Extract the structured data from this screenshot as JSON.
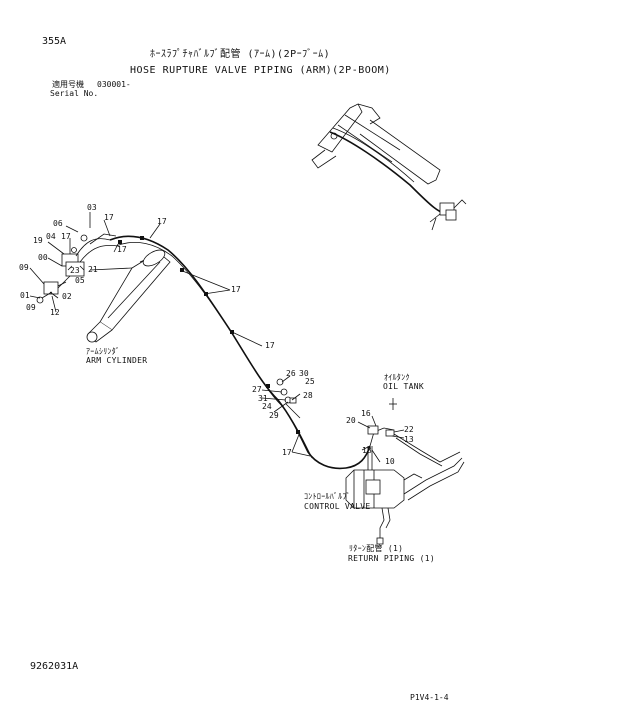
{
  "page_code": "355A",
  "title_jp": "ﾎｰｽﾗﾌﾟﾁｬﾊﾞﾙﾌﾞ配管 (ｱｰﾑ)(2Pｰﾌﾞｰﾑ)",
  "title_en": "HOSE RUPTURE VALVE PIPING (ARM)(2P-BOOM)",
  "serial_jp": "適用号機",
  "serial_en": "Serial No.",
  "serial_value": "030001-",
  "captions": {
    "arm_cylinder_jp": "ｱｰﾑｼﾘﾝﾀﾞ",
    "arm_cylinder_en": "ARM CYLINDER",
    "oil_tank_jp": "ｵｲﾙﾀﾝｸ",
    "oil_tank_en": "OIL TANK",
    "control_valve_jp": "ｺﾝﾄﾛｰﾙﾊﾞﾙﾌﾞ",
    "control_valve_en": "CONTROL VALVE",
    "return_piping_jp": "ﾘﾀｰﾝ配管 (1)",
    "return_piping_en": "RETURN PIPING (1)"
  },
  "part_numbers": {
    "p03": "03",
    "p06": "06",
    "p17a": "17",
    "p17b": "17",
    "p17c": "17",
    "p17d": "17",
    "p19": "19",
    "p04": "04",
    "p17e": "17",
    "p00": "00",
    "p09a": "09",
    "p23": "23",
    "p21": "21",
    "p05": "05",
    "p01": "01",
    "p02": "02",
    "p09b": "09",
    "p12": "12",
    "p26": "26",
    "p30": "30",
    "p25": "25",
    "p27": "27",
    "p31": "31",
    "p28": "28",
    "p24": "24",
    "p29": "29",
    "p20": "20",
    "p16": "16",
    "p22": "22",
    "p13": "13",
    "p17f": "17",
    "p18": "18",
    "p10": "10"
  },
  "drawing_number": "9262031A",
  "page_ref": "P1V4-1-4"
}
